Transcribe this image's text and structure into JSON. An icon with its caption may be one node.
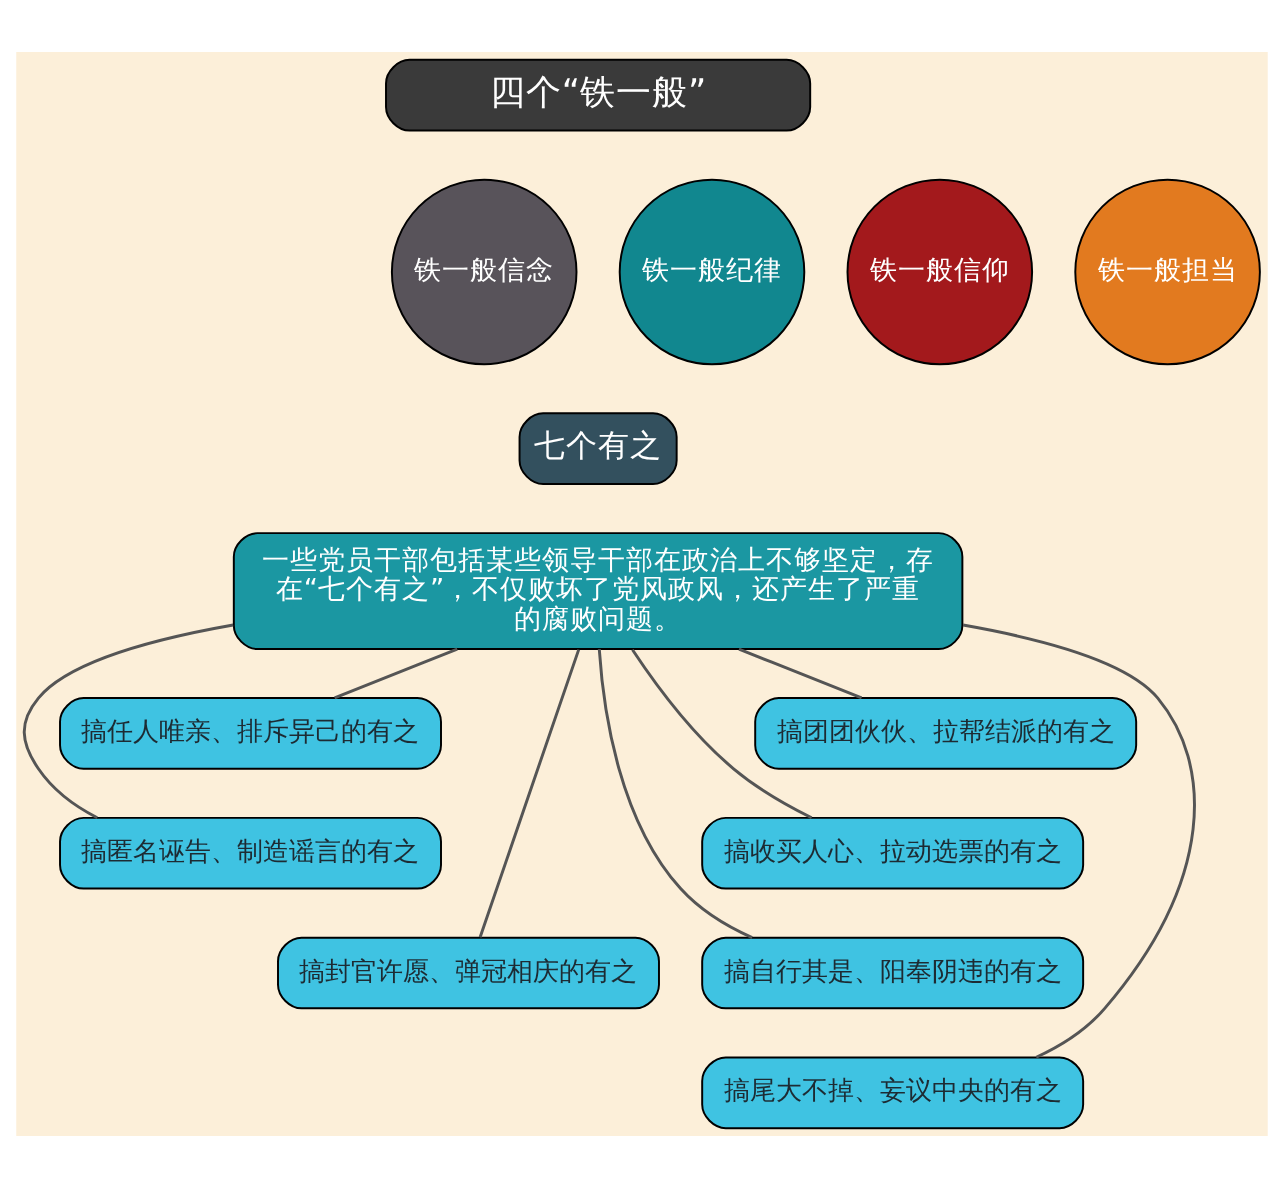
{
  "diagram": {
    "nodes": [
      {
        "text": [
          "四个“铁一般”"
        ]
      },
      {
        "text": [
          "铁一般信仰"
        ]
      },
      {
        "text": [
          "铁一般信念"
        ]
      },
      {
        "text": [
          "铁一般纪律"
        ]
      },
      {
        "text": [
          "铁一般担当"
        ]
      },
      {
        "text": [
          "七个有之"
        ]
      },
      {
        "text": [
          "一些党员干部包括某些领导干部在政治上不够坚定，存在“七个有之”，不仅败坏了党风政风，还产生了严重的腐败问题。"
        ]
      },
      {
        "text": [
          "搞任人唯亲、排斥异己的有之"
        ]
      },
      {
        "text": [
          "搞团团伙伙、拉帮结派的有之"
        ]
      },
      {
        "text": [
          "搞匿名诬告、制造谣言的有之"
        ]
      },
      {
        "text": [
          "搞收买人心、拉动选票的有之"
        ]
      },
      {
        "text": [
          "搞封官许愿、弹冠相庆的有之"
        ]
      },
      {
        "text": [
          "搞自行其是、阳奉阴违的有之"
        ]
      },
      {
        "text": [
          "搞尾大不掉、妄议中央的有之"
        ]
      }
    ],
    "edges": [
      {
        "from": 6,
        "to": 7,
        "arrow": "none"
      },
      {
        "from": 6,
        "to": 8,
        "arrow": "none"
      },
      {
        "from": 6,
        "to": 9,
        "arrow": "none"
      },
      {
        "from": 6,
        "to": 10,
        "arrow": "none"
      },
      {
        "from": 6,
        "to": 11,
        "arrow": "none"
      },
      {
        "from": 6,
        "to": 12,
        "arrow": "none"
      },
      {
        "from": 6,
        "to": 13,
        "arrow": "none"
      }
    ]
  }
}
